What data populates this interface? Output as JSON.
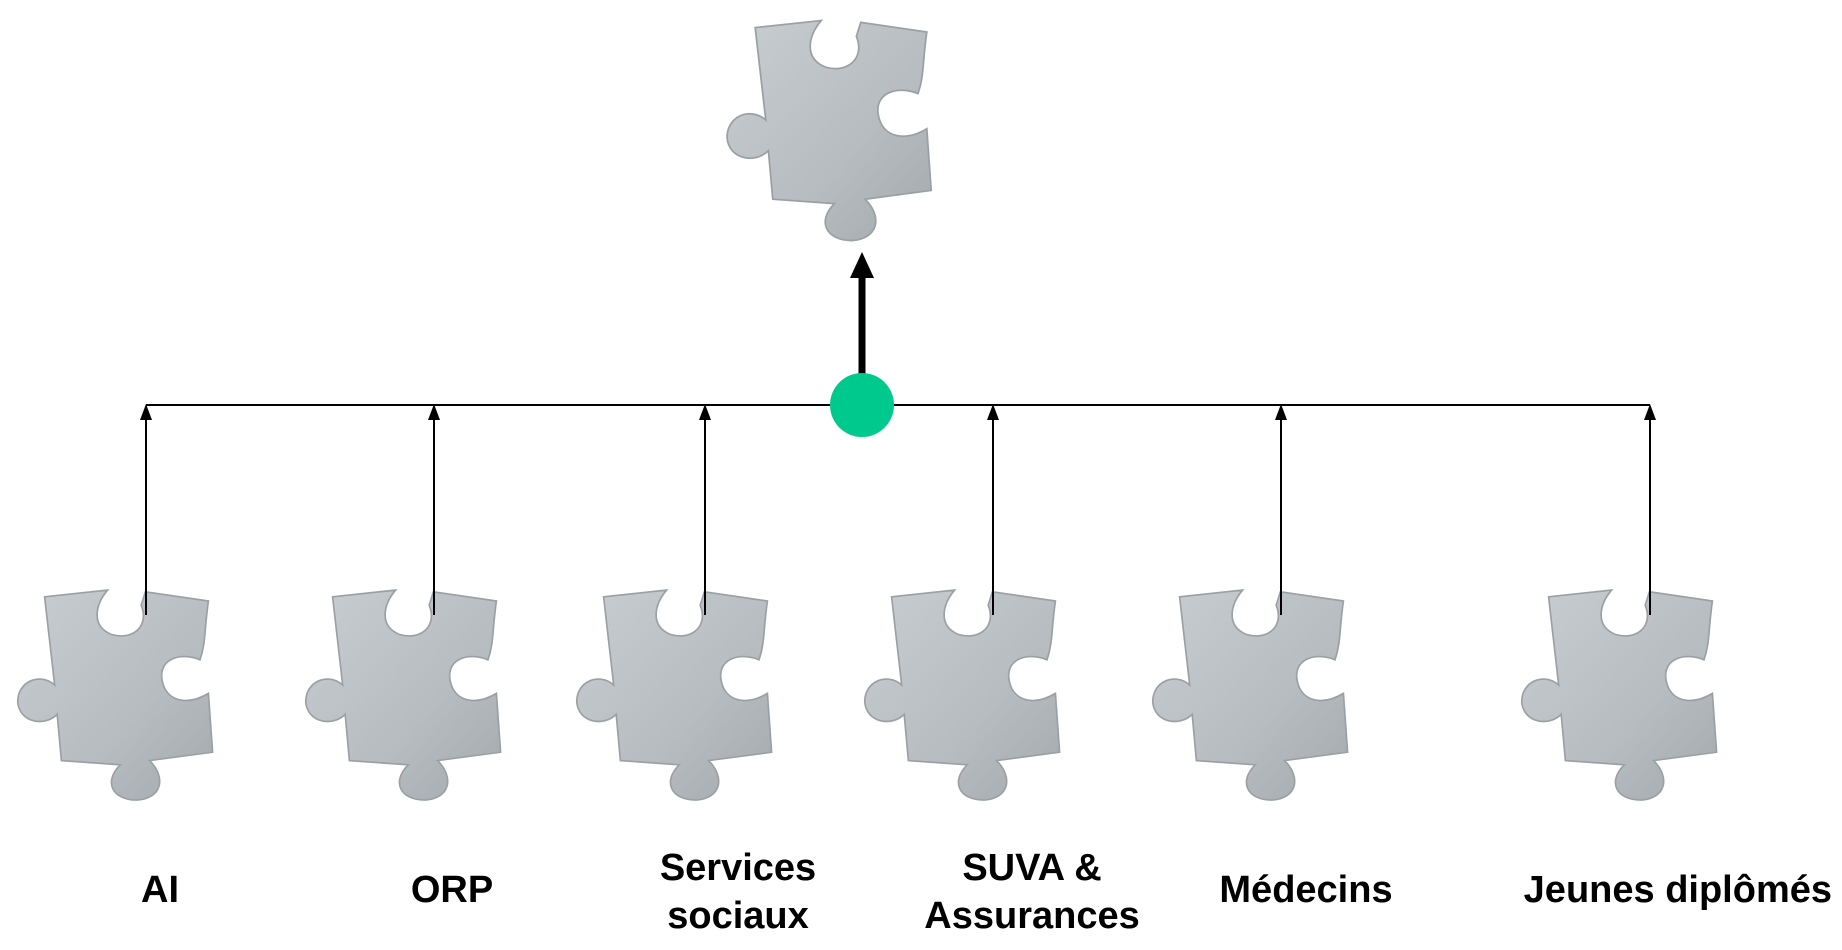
{
  "colors": {
    "piece": "#b9bfc3",
    "piece_shade": "#9aa1a6",
    "hub": "#00c98d",
    "line": "#000000"
  },
  "labels": [
    {
      "lines": [
        "AI"
      ]
    },
    {
      "lines": [
        "ORP"
      ]
    },
    {
      "lines": [
        "Services",
        "sociaux"
      ]
    },
    {
      "lines": [
        "SUVA &",
        "Assurances"
      ]
    },
    {
      "lines": [
        "Médecins"
      ]
    },
    {
      "lines": [
        "Jeunes diplômés"
      ]
    }
  ]
}
